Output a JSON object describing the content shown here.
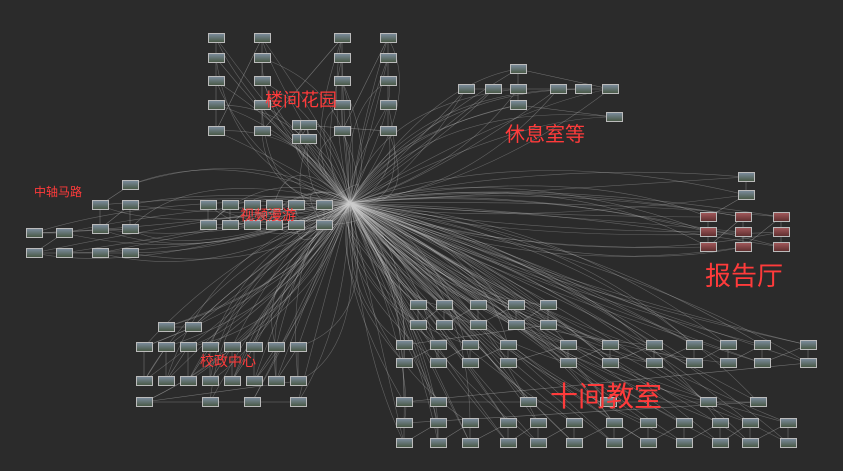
{
  "groups": {
    "garden": {
      "label": "楼间花园"
    },
    "lounge": {
      "label": "休息室等"
    },
    "road": {
      "label": "中轴马路"
    },
    "video": {
      "label": "视频漫游"
    },
    "hall": {
      "label": "报告厅"
    },
    "admin": {
      "label": "校政中心"
    },
    "classrooms": {
      "label": "十间教室"
    }
  },
  "colors": {
    "background": "#2b2b2b",
    "label": "#ff3b3b",
    "edge": "#cfcfcf"
  }
}
